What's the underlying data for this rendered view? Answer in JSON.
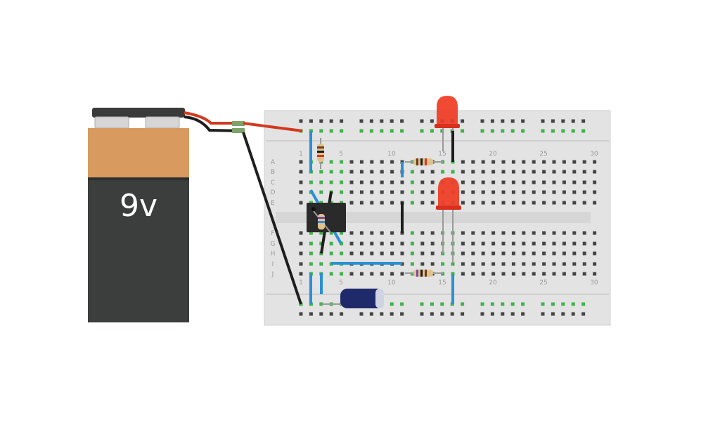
{
  "battery": {
    "label": "9v"
  },
  "breadboard": {
    "column_numbers": [
      "1",
      "5",
      "10",
      "15",
      "20",
      "25",
      "30"
    ],
    "row_letters_top": [
      "A",
      "B",
      "C",
      "D",
      "E"
    ],
    "row_letters_bottom": [
      "F",
      "G",
      "H",
      "I",
      "J"
    ]
  },
  "colors": {
    "board": "#e3e3e3",
    "hole": "#444444",
    "hole_active": "#3fb34a",
    "wire_red": "#d23a1e",
    "wire_black": "#1e1e1e",
    "wire_blue": "#2b8fd6",
    "led_red": "#ef3b24",
    "battery_top": "#d89a5e",
    "battery_body": "#3c3e3d",
    "capacitor": "#1f2a6b"
  },
  "components": [
    {
      "name": "9v-battery-icon"
    },
    {
      "name": "breadboard-icon"
    },
    {
      "name": "ic-chip-icon"
    },
    {
      "name": "resistor-icon"
    },
    {
      "name": "led-icon"
    },
    {
      "name": "capacitor-icon"
    }
  ]
}
